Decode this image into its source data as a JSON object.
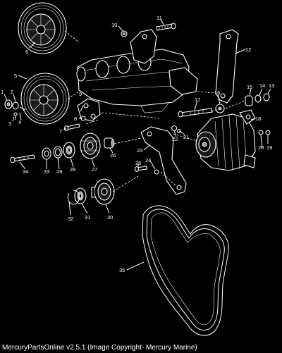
{
  "diagram": {
    "callouts": [
      {
        "id": "c1",
        "label": "1"
      },
      {
        "id": "c2",
        "label": "2"
      },
      {
        "id": "c3",
        "label": "3"
      },
      {
        "id": "c4",
        "label": "4"
      },
      {
        "id": "c5",
        "label": "5"
      },
      {
        "id": "c6",
        "label": "6"
      },
      {
        "id": "c7",
        "label": "7"
      },
      {
        "id": "c8",
        "label": "8"
      },
      {
        "id": "c9",
        "label": "9"
      },
      {
        "id": "c10",
        "label": "10"
      },
      {
        "id": "c11",
        "label": "11"
      },
      {
        "id": "c12",
        "label": "12"
      },
      {
        "id": "c13",
        "label": "13"
      },
      {
        "id": "c14",
        "label": "14"
      },
      {
        "id": "c15",
        "label": "15"
      },
      {
        "id": "c16",
        "label": "16"
      },
      {
        "id": "c17",
        "label": "17"
      },
      {
        "id": "c18",
        "label": "18"
      },
      {
        "id": "c19",
        "label": "19"
      },
      {
        "id": "c20",
        "label": "20"
      },
      {
        "id": "c21",
        "label": "21"
      },
      {
        "id": "c22",
        "label": "22"
      },
      {
        "id": "c23",
        "label": "23"
      },
      {
        "id": "c24",
        "label": "24"
      },
      {
        "id": "c25",
        "label": "25"
      },
      {
        "id": "c26",
        "label": "26"
      },
      {
        "id": "c27",
        "label": "27"
      },
      {
        "id": "c28",
        "label": "28"
      },
      {
        "id": "c29",
        "label": "29"
      },
      {
        "id": "c30",
        "label": "30"
      },
      {
        "id": "c31",
        "label": "31"
      },
      {
        "id": "c32",
        "label": "32"
      },
      {
        "id": "c33",
        "label": "33"
      },
      {
        "id": "c34",
        "label": "34"
      },
      {
        "id": "c35",
        "label": "35"
      }
    ]
  },
  "footer": {
    "text": "MercuryPartsOnline v2.5.1 (Image Copyright- Mercury Marine)"
  }
}
